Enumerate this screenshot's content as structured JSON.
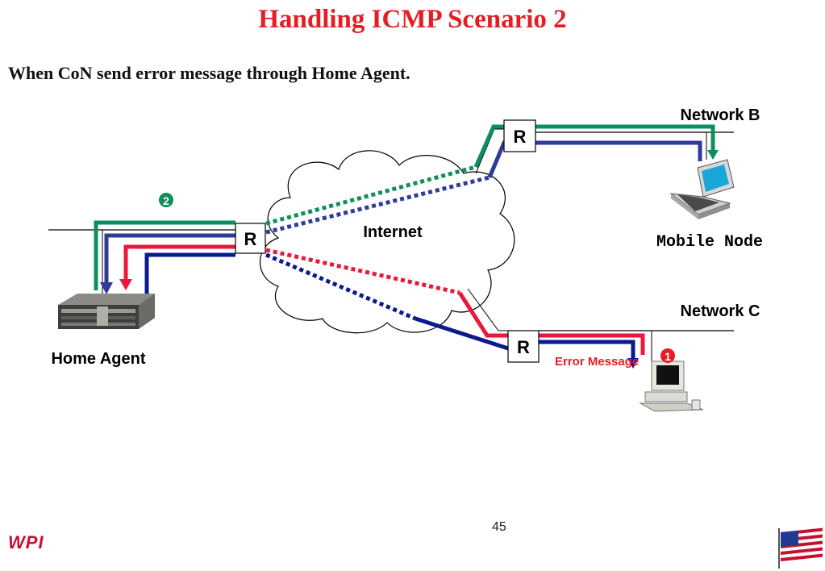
{
  "title": "Handling ICMP Scenario 2",
  "subtitle": "When CoN send error message through Home Agent.",
  "labels": {
    "network_b": "Network B",
    "network_c": "Network C",
    "internet": "Internet",
    "mobile_node": "Mobile Node",
    "home_agent": "Home Agent",
    "error_message": "Error Message",
    "router": "R",
    "step_1": "❶",
    "step_2": "❷"
  },
  "footer": {
    "page_number": "45",
    "logo": "WPI"
  },
  "colors": {
    "title": "#e31e24",
    "green": "#0d8f5b",
    "blue": "#2f3a99",
    "red": "#e8193c",
    "navy": "#0a1a8c"
  }
}
